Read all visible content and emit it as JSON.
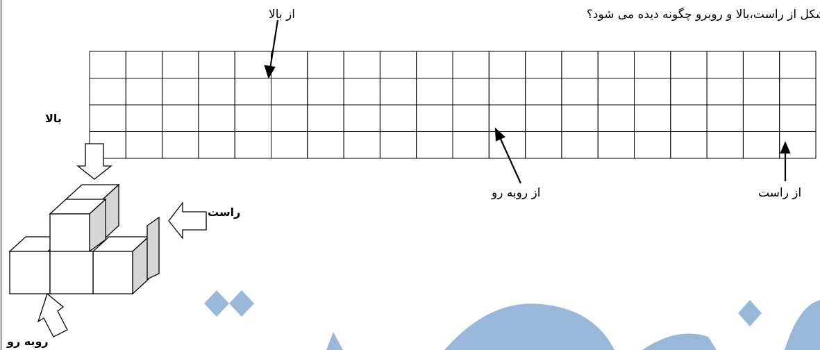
{
  "question": "شکل از راست،بالا و روبرو چگونه دیده می شود؟",
  "arrow_labels": {
    "from_top": "از بالا",
    "from_front": "از روبه رو",
    "from_right": "از راست"
  },
  "cube_labels": {
    "top": "بالا",
    "right": "راست",
    "front": "روبه رو"
  },
  "grid": {
    "rows": 4,
    "columns": 20
  },
  "colors": {
    "cube_side": "#d6d6d6",
    "watermark": "#99b8d9"
  }
}
